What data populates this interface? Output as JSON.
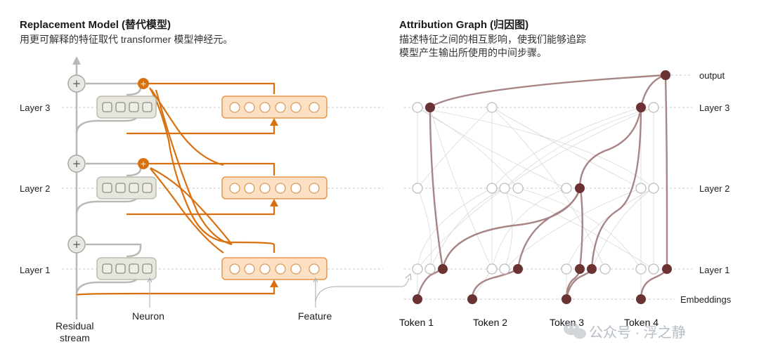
{
  "left": {
    "title": "Replacement Model (替代模型)",
    "subtitle": "用更可解释的特征取代 transformer 模型神经元。",
    "layers": [
      "Layer 3",
      "Layer 2",
      "Layer 1"
    ],
    "labels": {
      "residual": [
        "Residual",
        "stream"
      ],
      "neuron": "Neuron",
      "feature": "Feature"
    }
  },
  "right": {
    "title": "Attribution Graph (归因图)",
    "subtitle": [
      "描述特征之间的相互影响，使我们能够追踪",
      "模型产生输出所使用的中间步骤。"
    ],
    "layers": [
      "output",
      "Layer 3",
      "Layer 2",
      "Layer 1",
      "Embeddings"
    ],
    "tokens": [
      "Token 1",
      "Token 2",
      "Token 3",
      "Token 4"
    ]
  },
  "watermark": "公众号 · 浮之静",
  "colors": {
    "orange": "#d9700f",
    "maroon": "#6a3232",
    "edge": "#a98484",
    "gray": "#b9b9b4",
    "featureFill": "#fbe0c4"
  }
}
